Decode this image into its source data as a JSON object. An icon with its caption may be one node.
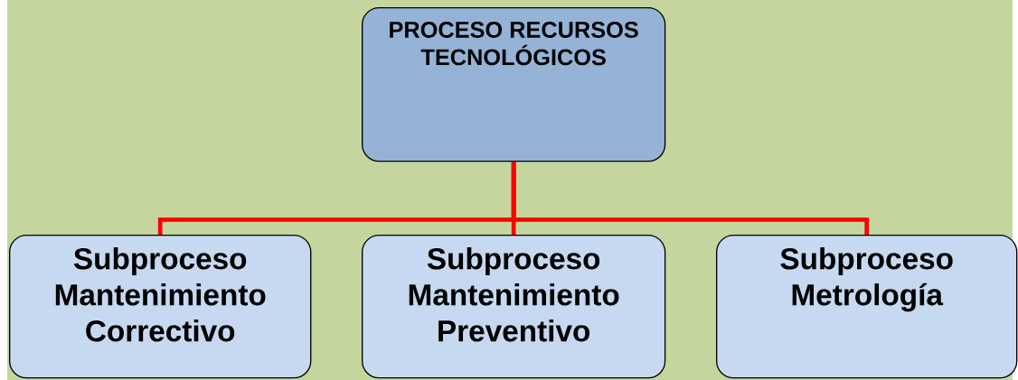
{
  "diagram": {
    "nodes": [
      {
        "text": [
          "PROCESO RECURSOS TECNOLÓGICOS"
        ]
      },
      {
        "text": [
          "Subproceso Mantenimiento Correctivo"
        ]
      },
      {
        "text": [
          "Subproceso Mantenimiento Preventivo"
        ]
      },
      {
        "text": [
          "Subproceso Metrología"
        ]
      }
    ],
    "edges": [
      {
        "from": 0,
        "to": 1,
        "arrow": "none"
      },
      {
        "from": 0,
        "to": 2,
        "arrow": "none"
      },
      {
        "from": 0,
        "to": 3,
        "arrow": "none"
      }
    ]
  }
}
